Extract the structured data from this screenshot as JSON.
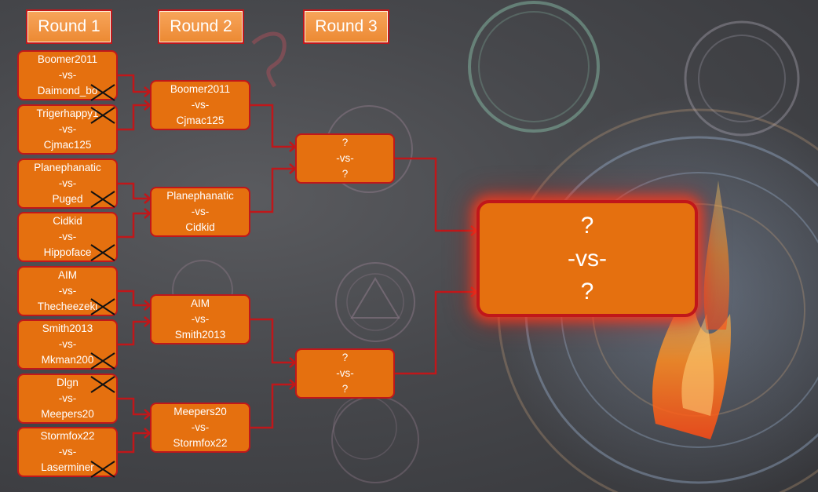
{
  "rounds": [
    "Round 1",
    "Round 2",
    "Round 3"
  ],
  "sep": "-vs-",
  "round1": [
    {
      "a": "Boomer2011",
      "b": "Daimond_bo"
    },
    {
      "a": "Trigerhappy1",
      "b": "Cjmac125"
    },
    {
      "a": "Planephanatic",
      "b": "Puged"
    },
    {
      "a": "Cidkid",
      "b": "Hippoface"
    },
    {
      "a": "AIM",
      "b": "Thecheezeki"
    },
    {
      "a": "Smith2013",
      "b": "Mkman200"
    },
    {
      "a": "Dlgn",
      "b": "Meepers20"
    },
    {
      "a": "Stormfox22",
      "b": "Laserminer"
    }
  ],
  "round2": [
    {
      "a": "Boomer2011",
      "b": "Cjmac125"
    },
    {
      "a": "Planephanatic",
      "b": "Cidkid"
    },
    {
      "a": "AIM",
      "b": "Smith2013"
    },
    {
      "a": "Meepers20",
      "b": "Stormfox22"
    }
  ],
  "round3": [
    {
      "a": "?",
      "b": "?"
    },
    {
      "a": "?",
      "b": "?"
    }
  ],
  "final": {
    "a": "?",
    "b": "?"
  },
  "colors": {
    "box": "#e5700f",
    "border": "#c0171a",
    "connector": "#c0171a",
    "tab": "#ec8a33",
    "background": "#47484c"
  },
  "eliminated_marker": "x-mark-icon"
}
